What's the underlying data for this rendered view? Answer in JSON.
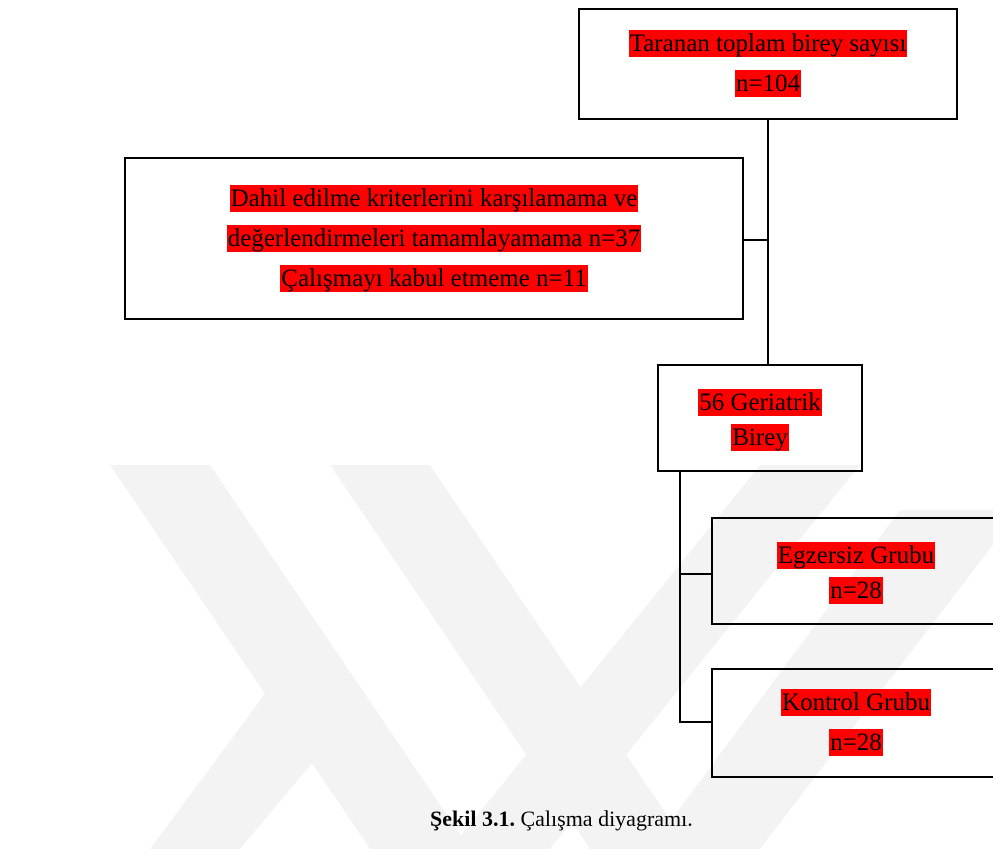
{
  "boxes": {
    "screened": {
      "lines": [
        "Taranan toplam birey sayısı",
        "n=104"
      ]
    },
    "excluded": {
      "lines": [
        "Dahil edilme kriterlerini karşılamama ve",
        "değerlendirmeleri tamamlayamama n=37",
        "Çalışmayı kabul etmeme n=11"
      ]
    },
    "included": {
      "lines": [
        "56 Geriatrik",
        "Birey"
      ]
    },
    "exercise_group": {
      "lines": [
        "Egzersiz Grubu",
        "n=28"
      ]
    },
    "control_group": {
      "lines": [
        "Kontrol Grubu",
        "n=28"
      ]
    }
  },
  "caption": {
    "label": "Şekil 3.1.",
    "text": " Çalışma diyagramı."
  },
  "colors": {
    "highlight": "#ff0000",
    "watermark": "#f2f2f2",
    "border": "#000000"
  }
}
